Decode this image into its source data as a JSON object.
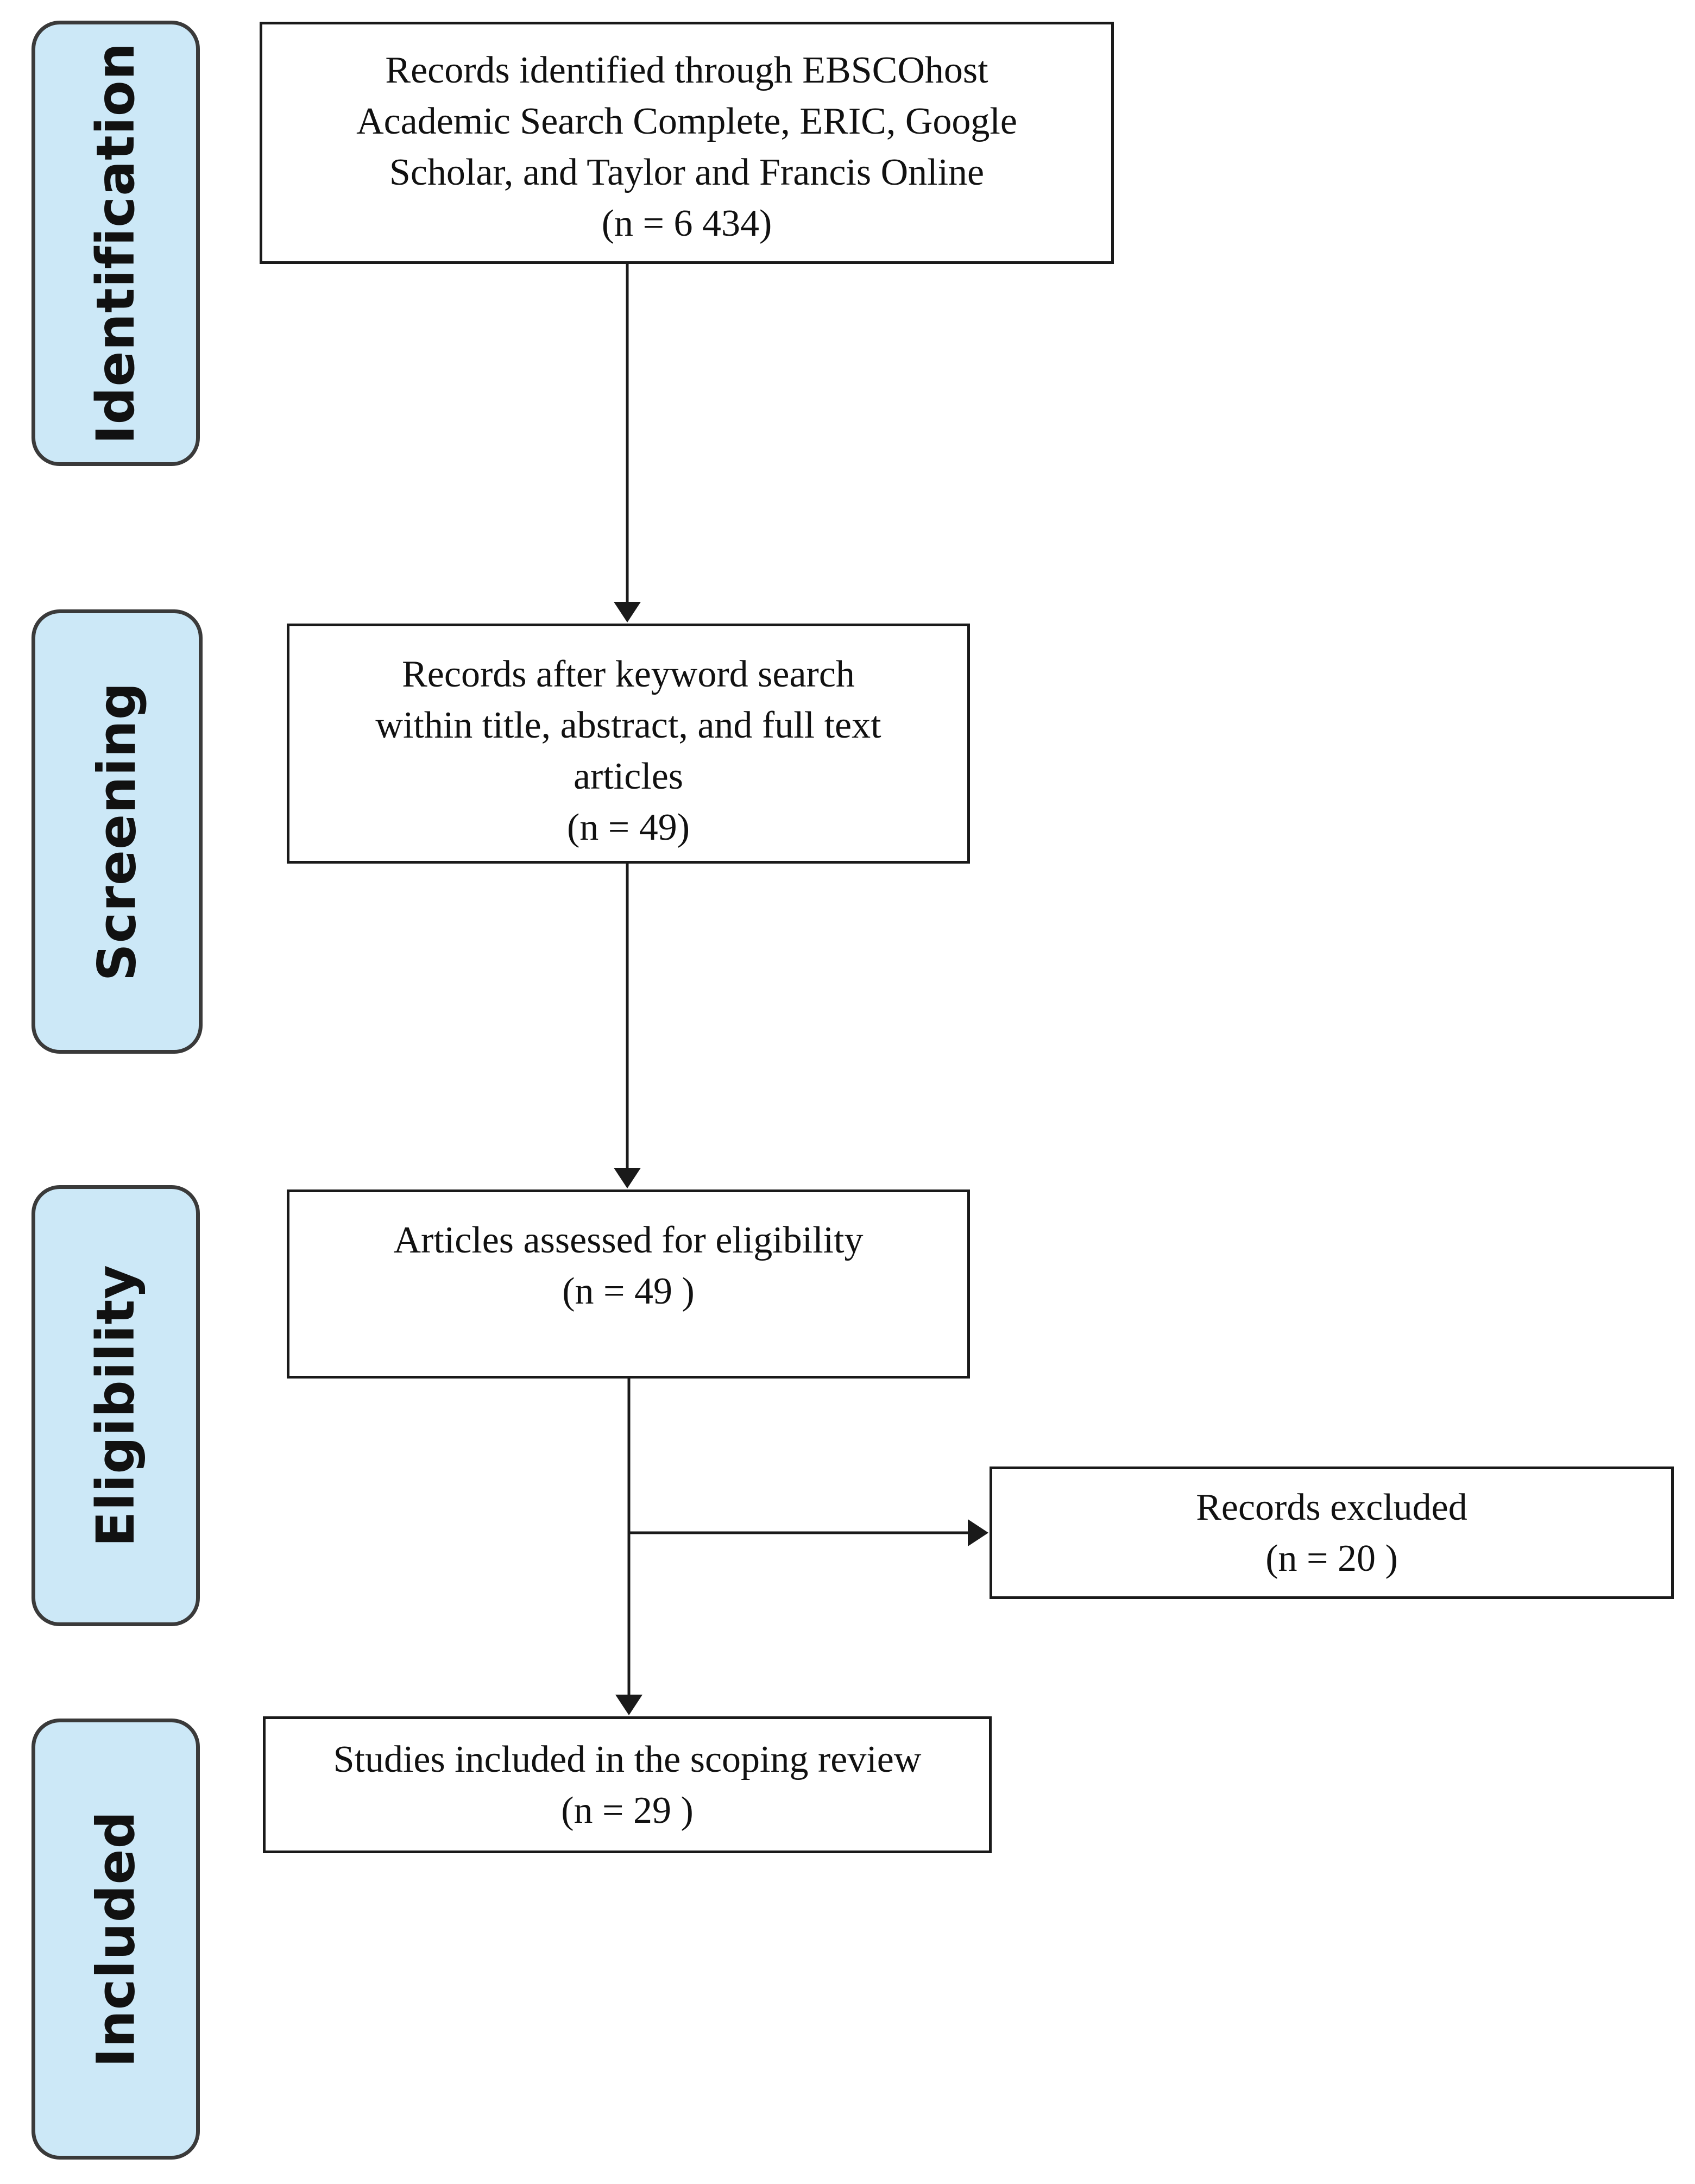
{
  "phases": [
    {
      "label": "Identification"
    },
    {
      "label": "Screening"
    },
    {
      "label": "Eligibility"
    },
    {
      "label": "Included"
    }
  ],
  "boxes": {
    "identified": {
      "lines": [
        "Records identified through EBSCOhost",
        "Academic Search Complete, ERIC, Google",
        "Scholar, and Taylor and Francis Online",
        "(n = 6 434)"
      ]
    },
    "screened": {
      "lines": [
        "Records after keyword search",
        "within title, abstract, and full text",
        "articles",
        "(n = 49)"
      ]
    },
    "eligibility": {
      "lines": [
        "Articles assessed for eligibility",
        "(n = 49 )"
      ]
    },
    "excluded": {
      "lines": [
        "Records excluded",
        "(n = 20 )"
      ]
    },
    "included": {
      "lines": [
        "Studies included in the scoping review",
        "(n = 29 )"
      ]
    }
  },
  "colors": {
    "phase_fill": "#cce8f7",
    "phase_border": "#3a3a3a",
    "box_border": "#1a1a1a",
    "arrow": "#1a1a1a"
  }
}
